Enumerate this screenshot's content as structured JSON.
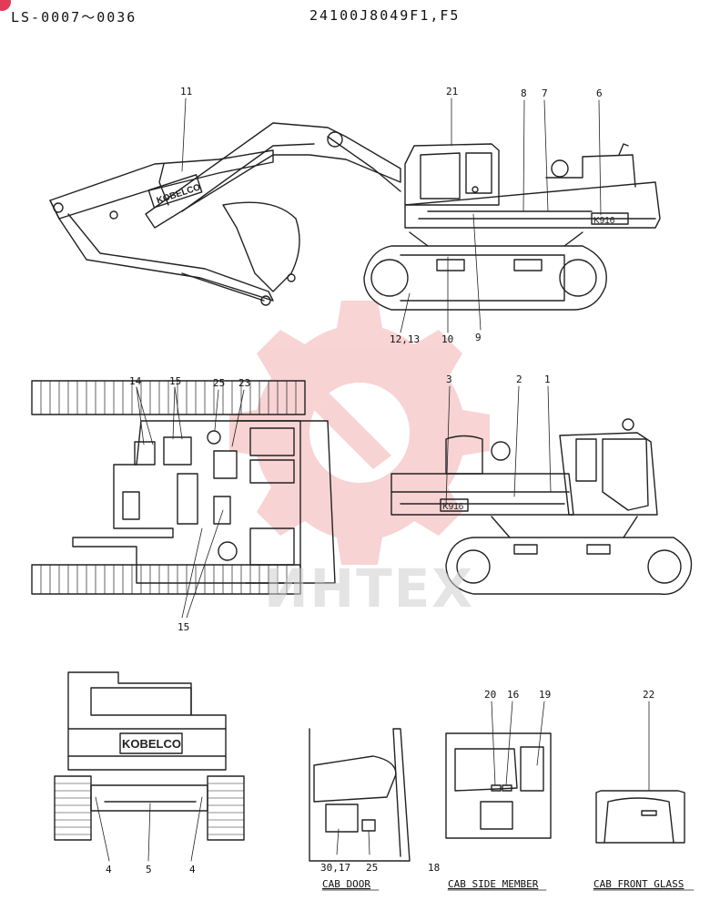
{
  "header": {
    "left_code": "LS-0007～0036",
    "center_code": "24100J8049F1,F5"
  },
  "watermark": {
    "text": "ИНТЕХ",
    "color": "#e33b3b"
  },
  "markings": {
    "boom_logo": "KOBELCO",
    "model_side": "K916",
    "model_side_right": "K916",
    "rear_logo": "KOBELCO"
  },
  "callouts": {
    "c11": "11",
    "c21": "21",
    "c8": "8",
    "c7": "7",
    "c6": "6",
    "c1213": "12,13",
    "c10": "10",
    "c9": "9",
    "c14": "14",
    "c15a": "15",
    "c25a": "25",
    "c23": "23",
    "c15b": "15",
    "c3": "3",
    "c2": "2",
    "c1": "1",
    "c4a": "4",
    "c5": "5",
    "c4b": "4",
    "c3017": "30,17",
    "c25b": "25",
    "c18": "18",
    "c20": "20",
    "c16": "16",
    "c19": "19",
    "c22": "22"
  },
  "captions": {
    "cab_door": "CAB DOOR",
    "cab_side_member": "CAB SIDE MEMBER",
    "cab_front_glass": "CAB FRONT GLASS"
  }
}
